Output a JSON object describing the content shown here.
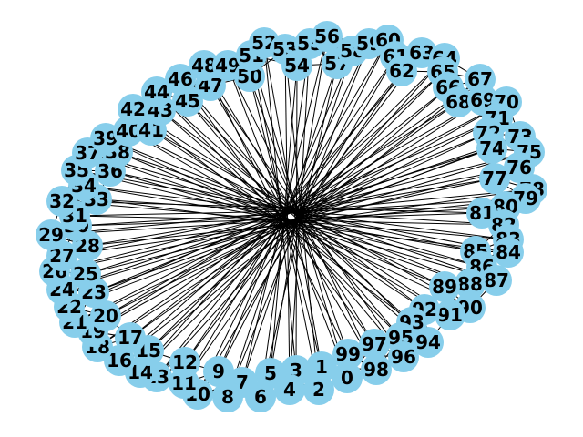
{
  "graph": {
    "node_color": "#87ceeb",
    "label_color": "#000000",
    "edge_color": "#000000",
    "background": "#ffffff",
    "node_count": 100,
    "labels": [
      "0",
      "1",
      "2",
      "3",
      "4",
      "5",
      "6",
      "7",
      "8",
      "9",
      "10",
      "11",
      "12",
      "13",
      "14",
      "15",
      "16",
      "17",
      "18",
      "19",
      "20",
      "21",
      "22",
      "23",
      "24",
      "25",
      "26",
      "27",
      "28",
      "29",
      "30",
      "31",
      "32",
      "33",
      "34",
      "35",
      "36",
      "37",
      "38",
      "39",
      "40",
      "41",
      "42",
      "43",
      "44",
      "45",
      "46",
      "47",
      "48",
      "49",
      "50",
      "51",
      "52",
      "53",
      "54",
      "55",
      "56",
      "57",
      "58",
      "59",
      "60",
      "61",
      "62",
      "63",
      "64",
      "65",
      "66",
      "67",
      "68",
      "69",
      "70",
      "71",
      "72",
      "73",
      "74",
      "75",
      "76",
      "77",
      "78",
      "79",
      "80",
      "81",
      "82",
      "83",
      "84",
      "85",
      "86",
      "87",
      "88",
      "89",
      "90",
      "91",
      "92",
      "93",
      "94",
      "95",
      "96",
      "97",
      "98",
      "99"
    ]
  }
}
